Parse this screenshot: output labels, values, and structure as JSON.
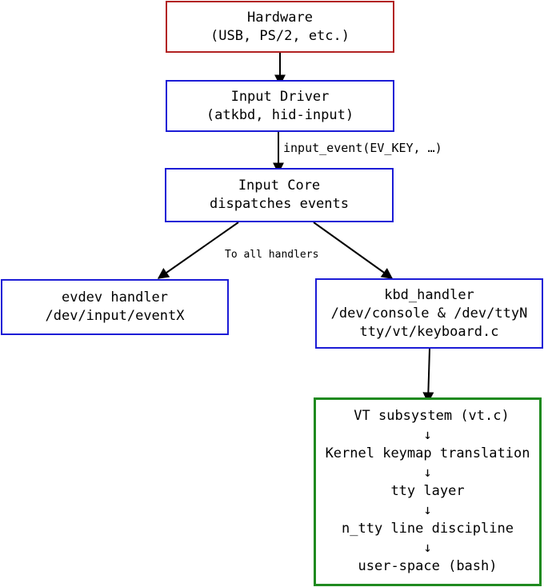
{
  "nodes": {
    "hardware": {
      "line1": "Hardware",
      "line2": "(USB, PS/2, etc.)"
    },
    "input_driver": {
      "line1": "Input Driver",
      "line2": "(atkbd, hid-input)"
    },
    "input_core": {
      "line1": "Input Core",
      "line2": "dispatches events"
    },
    "evdev": {
      "line1": "evdev handler",
      "line2": "/dev/input/eventX"
    },
    "kbd_handler": {
      "line1": "kbd_handler",
      "line2": "/dev/console & /dev/ttyN",
      "line3": "tty/vt/keyboard.c"
    },
    "vt_stack": {
      "items": [
        "VT subsystem (vt.c)",
        "Kernel keymap translation",
        "tty layer",
        "n_tty line discipline",
        "user-space (bash)"
      ],
      "arrow": "↓"
    }
  },
  "edges": {
    "driver_to_core": "input_event(EV_KEY, …)",
    "core_to_handlers": "To all handlers"
  },
  "colors": {
    "hardware_border": "#b22222",
    "node_border": "#1c1cd6",
    "vt_border": "#1f8a1f",
    "arrow": "#000000"
  }
}
